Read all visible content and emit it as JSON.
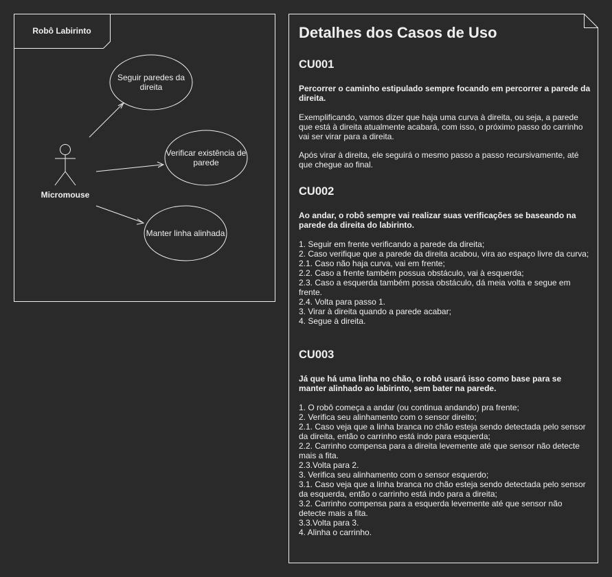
{
  "diagram": {
    "boundary_title": "Robô Labirinto",
    "actor": "Micromouse",
    "use_cases": [
      [
        "Seguir paredes da",
        "direita"
      ],
      [
        "Verificar existência de",
        "parede"
      ],
      [
        "Manter linha alinhada"
      ]
    ]
  },
  "details": {
    "title": "Detalhes dos Casos de Uso",
    "cu001": {
      "heading": "CU001",
      "lead": "Percorrer o caminho estipulado sempre focando em percorrer a parede da direita.",
      "p1": "Exemplificando, vamos dizer que haja uma curva à direita, ou seja, a parede que está à direita atualmente acabará, com isso, o próximo passo do carrinho vai ser virar para a direita.",
      "p2": "Após virar à direita, ele seguirá o mesmo passo a passo recursivamente, até que chegue ao final."
    },
    "cu002": {
      "heading": "CU002",
      "lead": "Ao andar, o robô sempre vai realizar suas verificações se baseando na parede da direita do labirinto.",
      "steps": [
        "1. Seguir em frente verificando a parede da direita;",
        "2. Caso verifique que a parede da direita acabou, vira ao espaço livre da curva;",
        "2.1. Caso não haja curva, vai em frente;",
        "2.2. Caso a frente também possua obstáculo, vai à esquerda;",
        "2.3. Caso a esquerda também possa obstáculo, dá meia volta e segue em frente.",
        "2.4. Volta para passo 1.",
        "3. Virar à direita quando a parede acabar;",
        "4. Segue à direita."
      ]
    },
    "cu003": {
      "heading": "CU003",
      "lead": "Já que há uma linha no chão, o robô usará isso como base para se manter alinhado ao labirinto, sem bater na parede.",
      "steps": [
        "1. O robô começa a andar (ou continua andando) pra frente;",
        "2. Verifica seu alinhamento com o sensor direito;",
        "2.1. Caso veja que a linha branca no chão esteja sendo detectada pelo sensor da direita, então o carrinho está indo para esquerda;",
        "2.2. Carrinho compensa para a direita levemente até que sensor não detecte mais a fita.",
        "2.3.Volta para 2.",
        "3. Verifica seu alinhamento com o sensor esquerdo;",
        "3.1. Caso veja que a linha branca no chão esteja sendo detectada pelo sensor da esquerda, então o carrinho está indo para a direita;",
        "3.2. Carrinho compensa para a esquerda levemente até que sensor não detecte mais a fita.",
        "3.3.Volta para 3.",
        "4. Alinha o carrinho."
      ]
    }
  }
}
